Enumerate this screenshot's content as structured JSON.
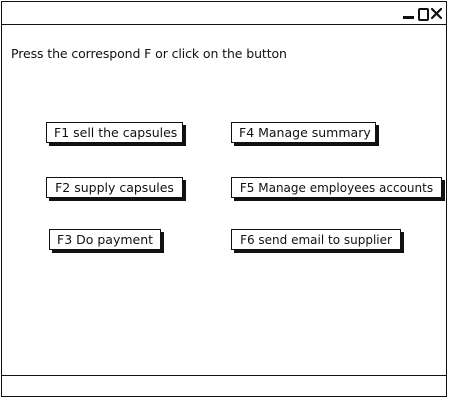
{
  "window": {
    "controls": {
      "minimize_icon": "minimize-icon",
      "maximize_icon": "maximize-icon",
      "close_icon": "close-icon"
    }
  },
  "instruction": "Press the correspond F or click on the button",
  "buttons": {
    "f1": "F1 sell the capsules",
    "f2": "F2 supply capsules",
    "f3": "F3 Do payment",
    "f4": "F4 Manage summary",
    "f5": "F5 Manage employees accounts",
    "f6": "F6 send email to supplier"
  },
  "colors": {
    "stroke": "#111111",
    "background": "#ffffff"
  }
}
